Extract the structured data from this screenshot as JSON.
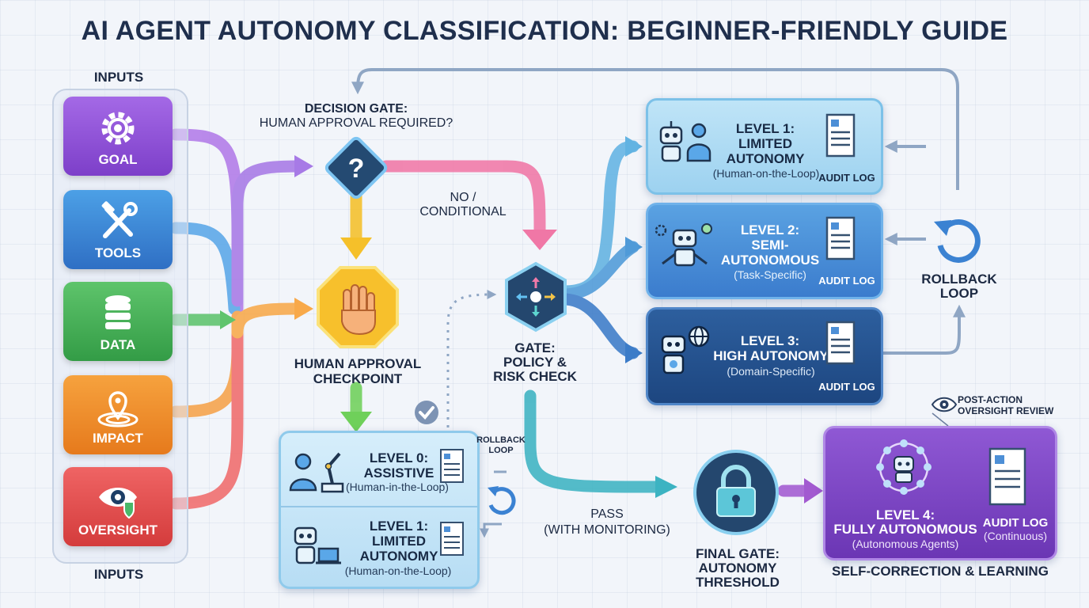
{
  "title": "AI AGENT AUTONOMY CLASSIFICATION: BEGINNER-FRIENDLY GUIDE",
  "inputs": {
    "header_top": "INPUTS",
    "header_bottom": "INPUTS",
    "items": [
      {
        "label": "GOAL",
        "color": "#8e4fd6"
      },
      {
        "label": "TOOLS",
        "color": "#3a84d6"
      },
      {
        "label": "DATA",
        "color": "#3fae55"
      },
      {
        "label": "IMPACT",
        "color": "#f08c2c"
      },
      {
        "label": "OVERSIGHT",
        "color": "#e0514c"
      }
    ]
  },
  "decision_gate": {
    "title": "DECISION GATE:",
    "subtitle": "HUMAN APPROVAL REQUIRED?",
    "symbol": "?"
  },
  "no_conditional": {
    "line1": "NO /",
    "line2": "CONDITIONAL"
  },
  "human_checkpoint": {
    "line1": "HUMAN APPROVAL",
    "line2": "CHECKPOINT"
  },
  "policy_gate": {
    "line1": "GATE:",
    "line2": "POLICY &",
    "line3": "RISK CHECK"
  },
  "pass": {
    "line1": "PASS",
    "line2": "(WITH MONITORING)"
  },
  "final_gate": {
    "line1": "FINAL GATE:",
    "line2": "AUTONOMY",
    "line3": "THRESHOLD"
  },
  "levels_right": [
    {
      "t1": "LEVEL 1:",
      "t2": "LIMITED",
      "t3": "AUTONOMY",
      "sub": "(Human-on-the-Loop)",
      "audit": "AUDIT LOG"
    },
    {
      "t1": "LEVEL 2:",
      "t2": "SEMI-",
      "t3": "AUTONOMOUS",
      "sub": "(Task-Specific)",
      "audit": "AUDIT LOG"
    },
    {
      "t1": "LEVEL 3:",
      "t2": "HIGH AUTONOMY",
      "sub": "(Domain-Specific)",
      "audit": "AUDIT LOG"
    }
  ],
  "levels_bottom": [
    {
      "t1": "LEVEL 0:",
      "t2": "ASSISTIVE",
      "sub": "(Human-in-the-Loop)"
    },
    {
      "t1": "LEVEL 1:",
      "t2": "LIMITED",
      "t3": "AUTONOMY",
      "sub": "(Human-on-the-Loop)"
    }
  ],
  "rollback_small": {
    "line1": "ROLLBACK",
    "line2": "LOOP"
  },
  "rollback_big": {
    "line1": "ROLLBACK",
    "line2": "LOOP"
  },
  "level4": {
    "t1": "LEVEL 4:",
    "t2": "FULLY AUTONOMOUS",
    "sub": "(Autonomous Agents)",
    "audit": "AUDIT LOG",
    "audit_sub": "(Continuous)"
  },
  "post_action": {
    "line1": "POST-ACTION",
    "line2": "OVERSIGHT REVIEW"
  },
  "self_correction": "SELF-CORRECTION & LEARNING"
}
